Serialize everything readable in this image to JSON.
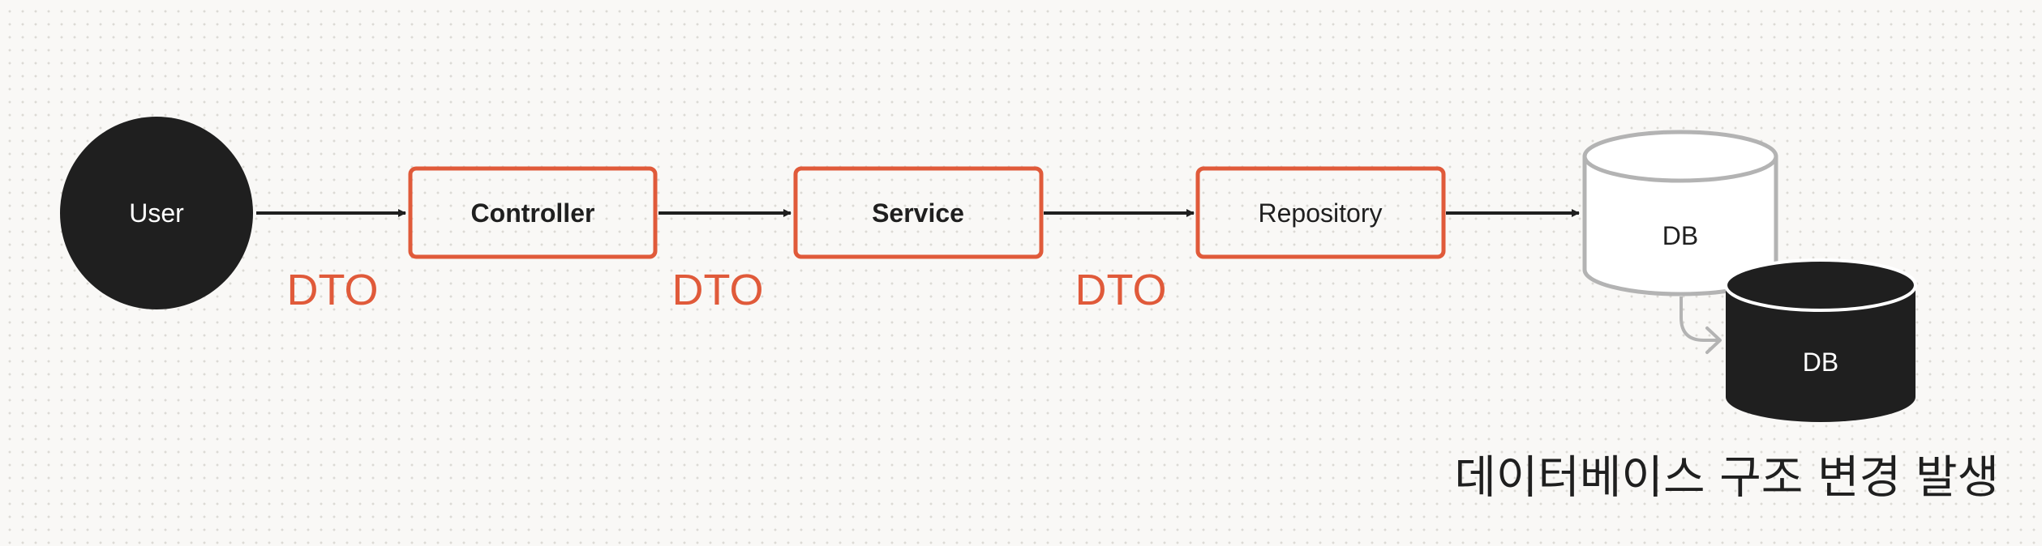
{
  "nodes": {
    "user": "User",
    "controller": "Controller",
    "service": "Service",
    "repository": "Repository",
    "db_old": "DB",
    "db_new": "DB"
  },
  "edge_labels": [
    "DTO",
    "DTO",
    "DTO"
  ],
  "caption": "데이터베이스 구조 변경 발생",
  "colors": {
    "accent": "#e05a3a",
    "dark": "#1f1f1f",
    "muted": "#b3b3b3",
    "background": "#f9f8f6"
  }
}
